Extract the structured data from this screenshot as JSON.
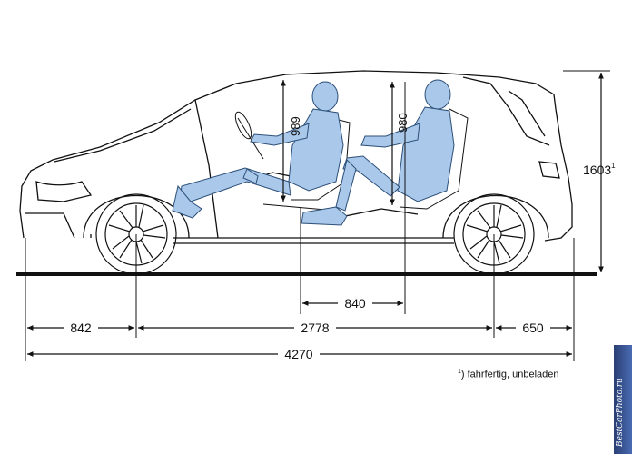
{
  "dimensions": {
    "front_overhang": "842",
    "wheelbase": "2778",
    "rear_overhang": "650",
    "overall_length": "4270",
    "seat_distance": "840",
    "front_headroom": "989",
    "rear_headroom": "980",
    "height_value": "1603",
    "height_footnote_mark": "1"
  },
  "footnote": {
    "mark": "1",
    "text": ") fahrfertig, unbeladen"
  },
  "watermark": "BestCarPhoto.ru",
  "colors": {
    "line": "#111111",
    "occupant_fill": "#a9c8ea",
    "occupant_stroke": "#2c4f78"
  }
}
